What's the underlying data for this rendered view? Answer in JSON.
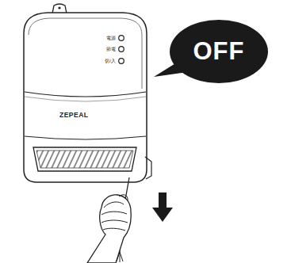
{
  "diagram": {
    "nodes": [
      {
        "text": [
          "OFF"
        ]
      }
    ],
    "labels": [
      "電源",
      "節電",
      "切/入",
      "ZEPEAL"
    ]
  }
}
